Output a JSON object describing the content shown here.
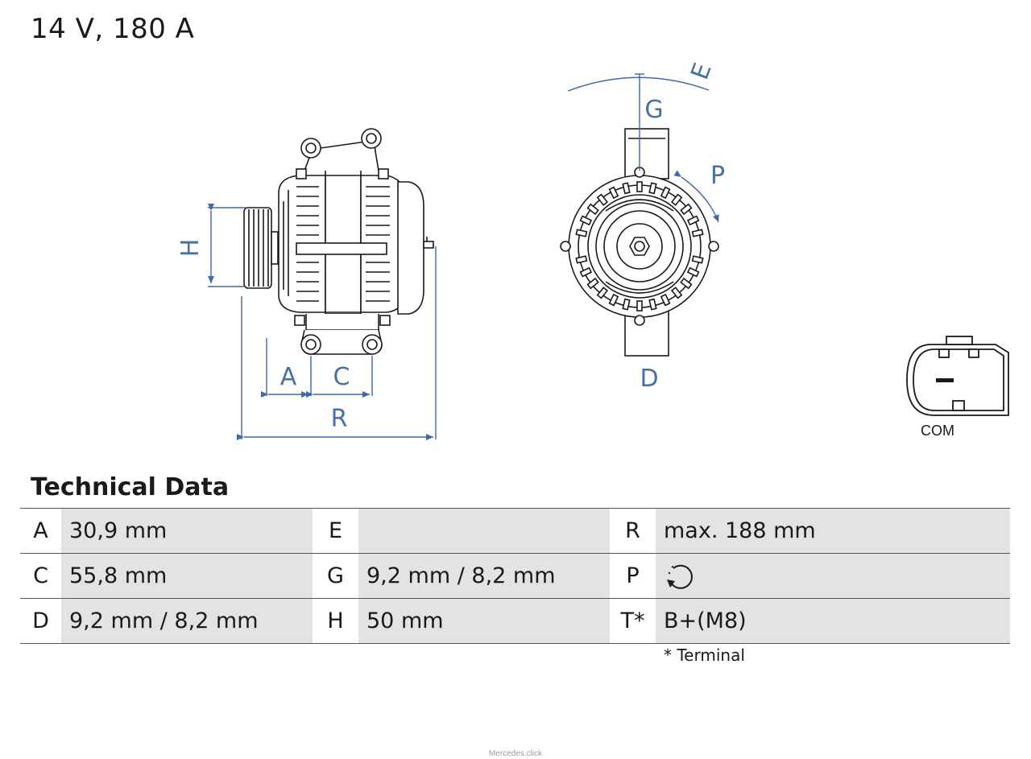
{
  "title": "14 V, 180 A",
  "connector_label": "COM",
  "section_title": "Technical Data",
  "colors": {
    "dimension": "#3f69a8",
    "outline": "#1a1a1a",
    "value_bg": "#e3e3e4"
  },
  "dimension_labels": {
    "A": "A",
    "C": "C",
    "R": "R",
    "H": "H",
    "E": "E",
    "G": "G",
    "P": "P",
    "D": "D"
  },
  "rows": [
    [
      {
        "key": "A",
        "value": "30,9 mm"
      },
      {
        "key": "E",
        "value": ""
      },
      {
        "key": "R",
        "value": "max. 188 mm"
      }
    ],
    [
      {
        "key": "C",
        "value": "55,8 mm"
      },
      {
        "key": "G",
        "value": "9,2 mm / 8,2 mm"
      },
      {
        "key": "P",
        "value": "",
        "icon": "clockwise-rotation-icon"
      }
    ],
    [
      {
        "key": "D",
        "value": "9,2 mm / 8,2 mm"
      },
      {
        "key": "H",
        "value": "50 mm"
      },
      {
        "key": "T*",
        "value": "B+(M8)"
      }
    ]
  ],
  "footnote": "* Terminal",
  "watermark": "Mercedes.click"
}
